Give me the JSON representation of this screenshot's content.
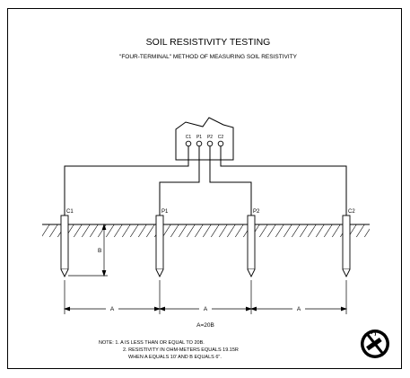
{
  "title": "SOIL RESISTIVITY TESTING",
  "subtitle": "\"FOUR-TERMINAL\" METHOD OF MEASURING SOIL RESISTIVITY",
  "meter": {
    "terminals": [
      "C1",
      "P1",
      "P2",
      "C2"
    ]
  },
  "electrodes": [
    {
      "label": "C1"
    },
    {
      "label": "P1"
    },
    {
      "label": "P2"
    },
    {
      "label": "C2"
    }
  ],
  "dimensions": {
    "spacing_label": "A",
    "depth_label": "B",
    "total": "A=20B"
  },
  "notes": {
    "line1": "NOTE:  1.  A IS LESS THAN OR EQUAL TO 20B.",
    "line2": "2.  RESISTIVITY IN OHM-METERS EQUALS 19.15R",
    "line3": "WHEN A EQUALS 10' AND B EQUALS 6\"."
  },
  "logo_icon": "no-smoking-logo-icon"
}
